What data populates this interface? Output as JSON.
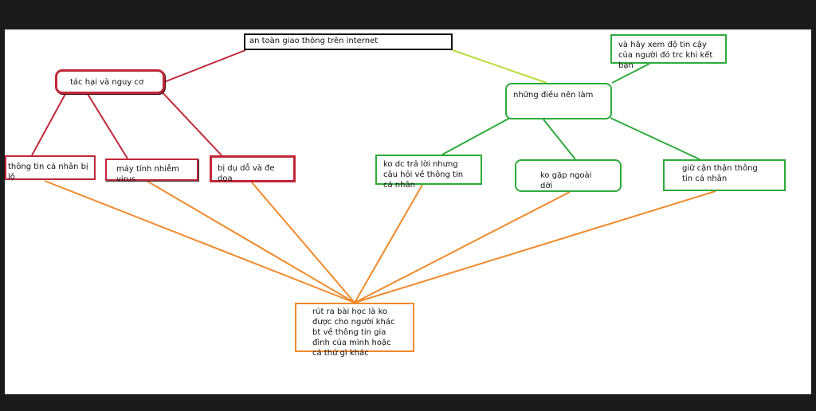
{
  "colors": {
    "root_border": "#111111",
    "harm_color": "#c0283a",
    "good_color": "#2eaa3c",
    "lesson_color": "#f08a2c",
    "bg": "#ffffff",
    "frame": "#1b1b1b"
  },
  "root": {
    "text": "an toàn giao thông trên internet"
  },
  "harm": {
    "title": "tác hại và nguy cơ",
    "children": [
      "thông tin cá nhân bị lộ",
      "máy tính nhiễm virus",
      "bị dụ dỗ và đe dọa"
    ]
  },
  "good": {
    "title": "những điều nên làm",
    "top_note": "và hãy xem độ tin cậy của người đó trc khi kết bạn",
    "children": [
      "ko dc trả lời nhưng câu hỏi về thông tin cá nhân",
      "ko gặp ngoài dời",
      "giữ cận thận thông tin cá nhân"
    ]
  },
  "lesson": {
    "text": "rút ra bài học là ko được cho người khác bt về thông tin gia đình của mình hoặc cá thứ gì khác"
  }
}
